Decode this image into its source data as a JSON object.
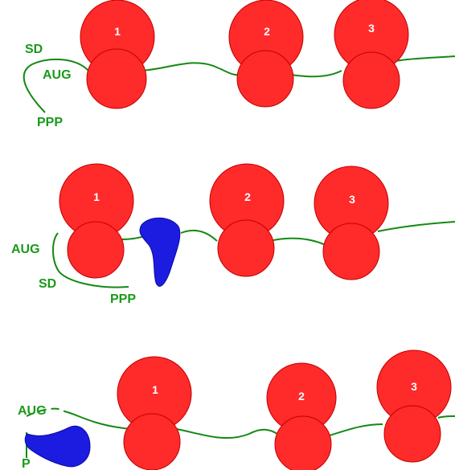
{
  "colors": {
    "ribosome": "#ff2a2a",
    "ribosome_stroke": "#c00000",
    "mrna": "#128a12",
    "label": "#1a9a1a",
    "rnase": "#1c1ce0",
    "number_text": "#ffffff"
  },
  "panels": [
    {
      "labels": {
        "sd": "SD",
        "aug": "AUG",
        "ppp": "PPP"
      },
      "ribosomes": [
        "1",
        "2",
        "3"
      ]
    },
    {
      "labels": {
        "aug": "AUG",
        "sd": "SD",
        "ppp": "PPP"
      },
      "ribosomes": [
        "1",
        "2",
        "3"
      ]
    },
    {
      "labels": {
        "aug": "AUG",
        "p": "P"
      },
      "ribosomes": [
        "1",
        "2",
        "3"
      ]
    }
  ]
}
